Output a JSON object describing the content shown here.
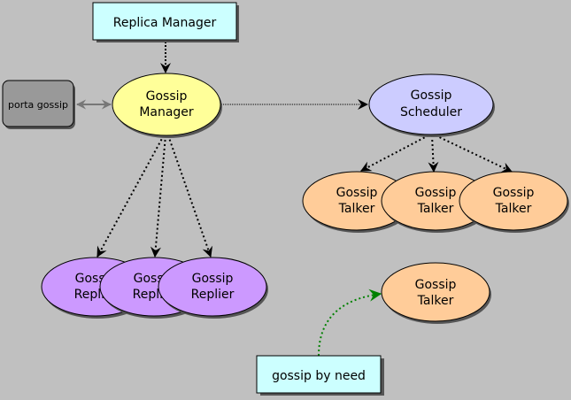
{
  "colors": {
    "background": "#c0c0c0",
    "note_fill": "#ccffff",
    "manager_fill": "#ffff99",
    "scheduler_fill": "#ccccff",
    "talker_fill": "#ffcc99",
    "replier_fill": "#cc99ff",
    "port_fill": "#999999",
    "dashed_edge": "#000000",
    "port_edge": "#777777",
    "need_edge": "#008000"
  },
  "nodes": {
    "replica_manager": "Replica Manager",
    "porta_gossip": "porta gossip",
    "gossip_manager": [
      "Gossip",
      "Manager"
    ],
    "gossip_scheduler": [
      "Gossip",
      "Scheduler"
    ],
    "gossip_talkers": [
      [
        "Gossip",
        "Talker"
      ],
      [
        "Gossip",
        "Talker"
      ],
      [
        "Gossip",
        "Talker"
      ]
    ],
    "gossip_repliers": [
      [
        "Gossip",
        "Replier"
      ],
      [
        "Gossip",
        "Replier"
      ],
      [
        "Gossip",
        "Replier"
      ]
    ],
    "gossip_talker_single": [
      "Gossip",
      "Talker"
    ],
    "gossip_by_need": "gossip by need"
  },
  "edges": [
    {
      "from": "Replica Manager",
      "to": "Gossip Manager",
      "style": "dotted"
    },
    {
      "from": "porta gossip",
      "to": "Gossip Manager",
      "style": "bidirectional"
    },
    {
      "from": "Gossip Manager",
      "to": "Gossip Scheduler",
      "style": "dotted"
    },
    {
      "from": "Gossip Scheduler",
      "to": "Gossip Talker",
      "style": "dotted",
      "count": 3
    },
    {
      "from": "Gossip Manager",
      "to": "Gossip Replier",
      "style": "dotted",
      "count": 3
    },
    {
      "from": "gossip by need",
      "to": "Gossip Talker",
      "style": "dotted-green"
    }
  ]
}
